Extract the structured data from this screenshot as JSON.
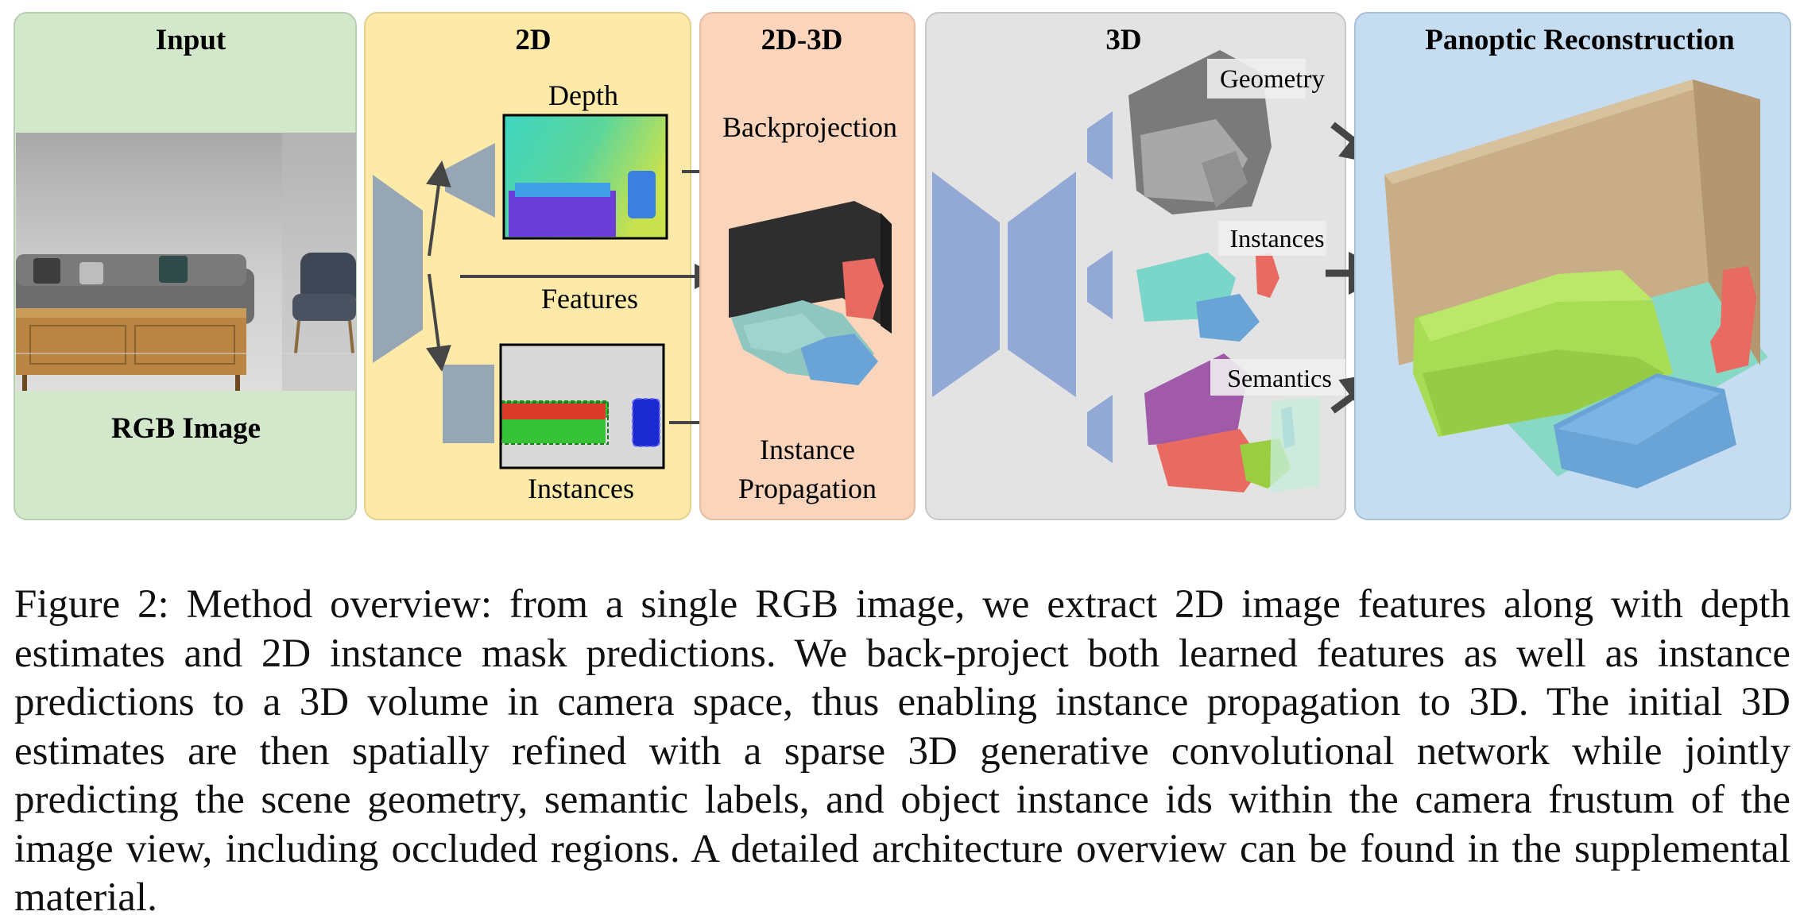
{
  "panels": {
    "input": {
      "title": "Input",
      "caption": "RGB Image",
      "color": "#d3e8cb"
    },
    "twod": {
      "title": "2D",
      "depth_label": "Depth",
      "features_label": "Features",
      "instances_label": "Instances",
      "color": "#fde9a8"
    },
    "twod3d": {
      "title": "2D-3D",
      "backprojection_label": "Backprojection",
      "propagation_line1": "Instance",
      "propagation_line2": "Propagation",
      "color": "#fad4bb"
    },
    "threed": {
      "title": "3D",
      "geometry_label": "Geometry",
      "instances_label": "Instances",
      "semantics_label": "Semantics",
      "color": "#e3e3e3"
    },
    "panoptic": {
      "title": "Panoptic Reconstruction",
      "color": "#c6ddf1"
    }
  },
  "colors": {
    "encoder": "#97a6b4",
    "decoder3d": "#93a9d5",
    "arrow": "#454545",
    "wall": "#c9ad86",
    "sofa": "#a8dc55",
    "chair": "#e86a60",
    "table": "#6aa3d6",
    "floor": "#87d8c4"
  },
  "caption": "Figure 2: Method overview: from a single RGB image, we extract 2D image features along with depth estimates and 2D instance mask predictions. We back-project both learned features as well as instance predictions to a 3D volume in camera space, thus enabling instance propagation to 3D. The initial 3D estimates are then spatially refined with a sparse 3D generative convolutional network while jointly predicting the scene geometry, semantic labels, and object instance ids within the camera frustum of the image view, including occluded regions. A detailed architecture overview can be found in the supplemental material."
}
